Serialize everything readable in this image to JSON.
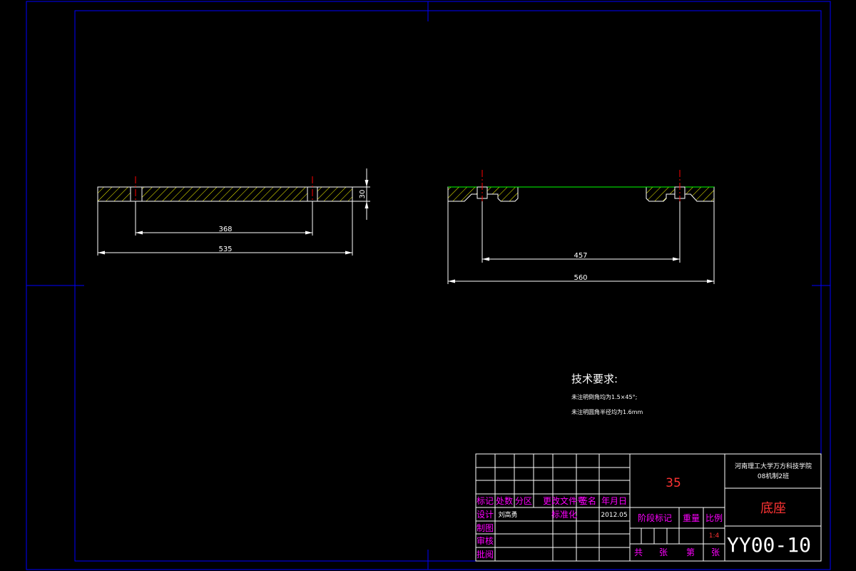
{
  "colors": {
    "background": "#000000",
    "frame": "#0000ff",
    "outline": "#ffffff",
    "hatch": "#ffff00",
    "section_edge": "#00ff00",
    "centerline": "#ff0000",
    "table_label": "#ff00ff",
    "title_red": "#ff3333"
  },
  "drawing": {
    "left_view": {
      "dim_hole_spacing": "368",
      "dim_total_width": "535",
      "dim_thickness": "30"
    },
    "right_view": {
      "dim_hole_spacing": "457",
      "dim_total_width": "560"
    }
  },
  "requirements": {
    "title": "技术要求:",
    "lines": [
      "未注明倒角均为1.5×45°;",
      "未注明圆角半径均为1.6mm"
    ]
  },
  "title_block": {
    "headers": [
      "标记",
      "处数",
      "分区",
      "更改文件号",
      "签名",
      "年月日"
    ],
    "design_label": "设计",
    "designer": "刘高勇",
    "standardization_label": "标准化",
    "date": "2012.05",
    "drafting_label": "制图",
    "review_label": "审核",
    "approve_label": "批阅",
    "material": "35",
    "stage_mark_label": "阶段标记",
    "weight_label": "重量",
    "scale_label": "比例",
    "scale_value": "1:4",
    "sheet_total_label": "共",
    "sheet_unit_label": "张",
    "sheet_index_label": "第",
    "sheet_unit_label2": "张",
    "school": "河南理工大学万方科技学院",
    "class_name": "08机制2班",
    "part_name": "底座",
    "drawing_code": "YY00-10"
  }
}
